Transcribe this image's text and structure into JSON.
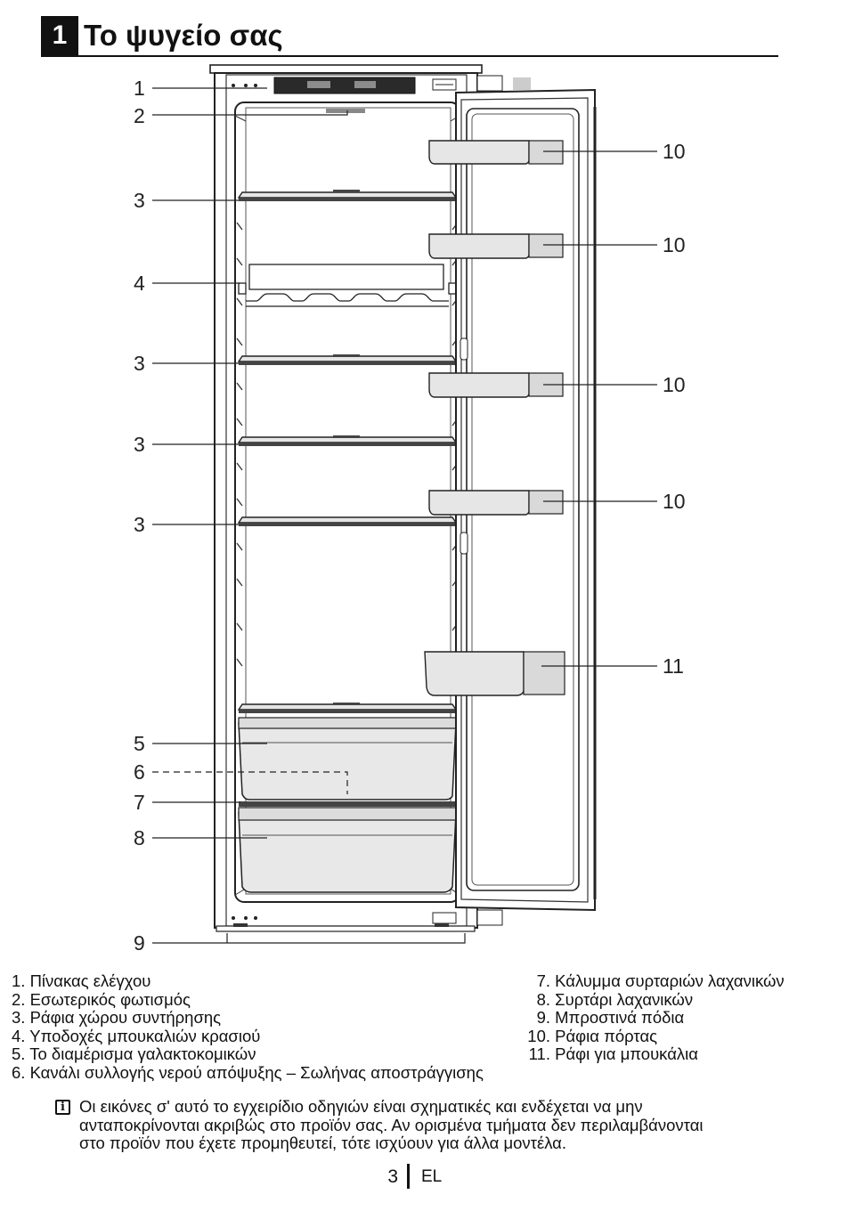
{
  "section": {
    "number": "1",
    "title": "Το ψυγείο σας"
  },
  "callouts": [
    {
      "label": "1",
      "side": "left"
    },
    {
      "label": "2",
      "side": "left"
    },
    {
      "label": "3",
      "side": "left"
    },
    {
      "label": "4",
      "side": "left"
    },
    {
      "label": "3",
      "side": "left"
    },
    {
      "label": "3",
      "side": "left"
    },
    {
      "label": "3",
      "side": "left"
    },
    {
      "label": "5",
      "side": "left"
    },
    {
      "label": "6",
      "side": "left"
    },
    {
      "label": "7",
      "side": "left"
    },
    {
      "label": "8",
      "side": "left"
    },
    {
      "label": "9",
      "side": "left"
    },
    {
      "label": "10",
      "side": "right"
    },
    {
      "label": "10",
      "side": "right"
    },
    {
      "label": "10",
      "side": "right"
    },
    {
      "label": "10",
      "side": "right"
    },
    {
      "label": "11",
      "side": "right"
    }
  ],
  "legend_left": [
    "1. Πίνακας ελέγχου",
    "2. Εσωτερικός φωτισμός",
    "3. Ράφια χώρου συντήρησης",
    "4. Υποδοχές μπουκαλιών κρασιού",
    "5. Το διαμέρισμα γαλακτοκομικών",
    "6. Κανάλι συλλογής νερού απόψυξης – Σωλήνας αποστράγγισης"
  ],
  "legend_right": [
    {
      "num": "7.",
      "text": "Κάλυμμα συρταριών λαχανικών"
    },
    {
      "num": "8.",
      "text": "Συρτάρι λαχανικών"
    },
    {
      "num": "9.",
      "text": "Μπροστινά πόδια"
    },
    {
      "num": "10.",
      "text": "Ράφια πόρτας"
    },
    {
      "num": "11.",
      "text": "Ράφι για μπουκάλια"
    }
  ],
  "note": {
    "icon": "info-icon",
    "line1": "Οι εικόνες σ' αυτό το εγχειρίδιο οδηγιών είναι σχηματικές και ενδέχεται να μην",
    "line2": "ανταποκρίνονται ακριβώς στο προϊόν σας. Αν ορισμένα τμήματα δεν περιλαμβάνονται",
    "line3": "στο προϊόν που έχετε προμηθευτεί, τότε ισχύουν για άλλα μοντέλα."
  },
  "footer": {
    "page_number": "3",
    "language": "EL"
  }
}
